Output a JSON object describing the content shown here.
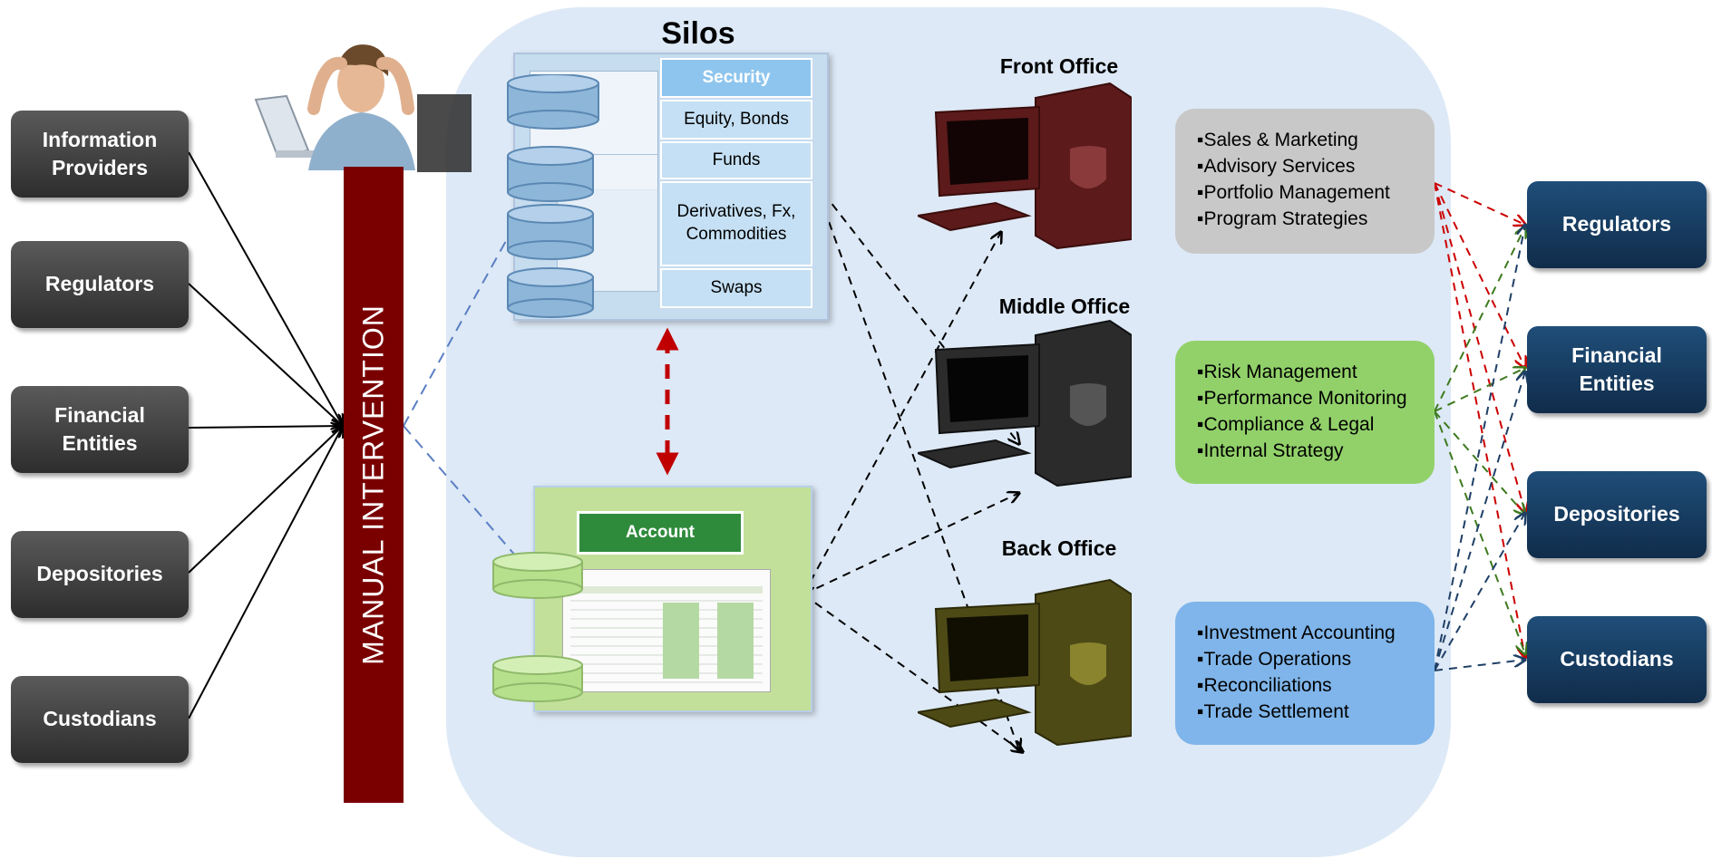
{
  "title": "Silos",
  "manual_intervention": "MANUAL INTERVENTION",
  "sources": [
    "Information Providers",
    "Regulators",
    "Financial Entities",
    "Depositories",
    "Custodians"
  ],
  "security_silo": {
    "header": "Security",
    "items": [
      "Equity, Bonds",
      "Funds",
      "Derivatives, Fx, Commodities",
      "Swaps"
    ]
  },
  "account_silo": {
    "header": "Account"
  },
  "offices": {
    "front": {
      "title": "Front Office",
      "functions": [
        "▪Sales & Marketing",
        "▪Advisory Services",
        "▪Portfolio Management",
        "▪Program Strategies"
      ]
    },
    "middle": {
      "title": "Middle Office",
      "functions": [
        "▪Risk Management",
        "▪Performance Monitoring",
        "▪Compliance & Legal",
        "▪Internal Strategy"
      ]
    },
    "back": {
      "title": "Back Office",
      "functions": [
        "▪Investment Accounting",
        "▪Trade Operations",
        "▪Reconciliations",
        "▪Trade Settlement"
      ]
    }
  },
  "destinations": [
    "Regulators",
    "Financial Entities",
    "Depositories",
    "Custodians"
  ],
  "colors": {
    "source_box": "#3a3a3a",
    "destination_box": "#17375e",
    "manual_bar": "#7a0000",
    "front_panel": "#c8c8c8",
    "middle_panel": "#92d16a",
    "back_panel": "#7fb5ea",
    "front_arrows": "#cc0000",
    "middle_arrows": "#3d7a1e",
    "back_arrows": "#1f3f66",
    "silo_link": "#5b7fc4"
  }
}
